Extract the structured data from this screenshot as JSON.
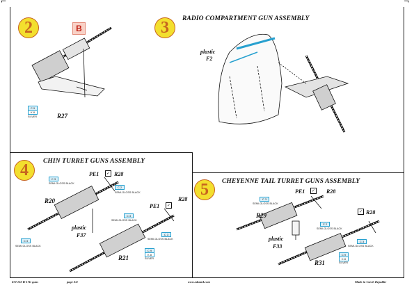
{
  "steps": {
    "s2": {
      "number": "2",
      "badge": "B",
      "part": "R27",
      "swatch_top": "C 9",
      "swatch_bottom": "K 8",
      "swatch_name": "SILVER"
    },
    "s3": {
      "number": "3",
      "title": "RADIO COMPARTMENT GUN ASSEMBLY",
      "plastic_label": "plastic",
      "plastic_part": "F2"
    },
    "s4": {
      "number": "4",
      "title": "CHIN TURRET GUNS ASSEMBLY",
      "pe1_a": "PE1",
      "r28_a": "R28",
      "pe1_b": "PE1",
      "r28_b": "R28",
      "r20": "R20",
      "r21": "R21",
      "plastic_label": "plastic",
      "plastic_part": "F37",
      "color_a_top": "C 3",
      "color_a_name": "SEMI-GLOSS BLACK",
      "color_b_top": "C 2",
      "color_b_name": "SEMI-GLOSS BLACK",
      "color_c_top": "C 3",
      "color_c_name": "SEMI-GLOSS BLACK",
      "color_d_top": "C 3",
      "color_d_name": "SEMI-GLOSS BLACK",
      "color_e_top": "C 9",
      "color_e_bottom": "K 8",
      "color_e_name": "SILVER"
    },
    "s5": {
      "number": "5",
      "title": "CHEYENNE TAIL TURRET GUNS ASSEMBLY",
      "pe1_a": "PE1",
      "r28_a": "R28",
      "r28_b": "R28",
      "r29": "R29",
      "r31": "R31",
      "plastic_label": "plastic",
      "plastic_part": "F33",
      "color_a_top": "C 3",
      "color_a_name": "SEMI-GLOSS BLACK",
      "color_b_top": "C 2",
      "color_b_name": "SEMI-GLOSS BLACK",
      "color_c_top": "C 3",
      "color_c_name": "SEMI-GLOSS BLACK",
      "color_d_top": "C 9",
      "color_d_bottom": "K 8",
      "color_d_name": "SILVER"
    }
  },
  "footer": {
    "product": "672 132  B-17G guns",
    "page": "page 3/4",
    "url": "www.eduard.com",
    "origin": "Made in Czech Republic"
  },
  "colors": {
    "accent_blue": "#27a0cf",
    "step_fill": "#f3df2e",
    "step_text": "#c7651f",
    "badge_red": "#c01f14"
  }
}
